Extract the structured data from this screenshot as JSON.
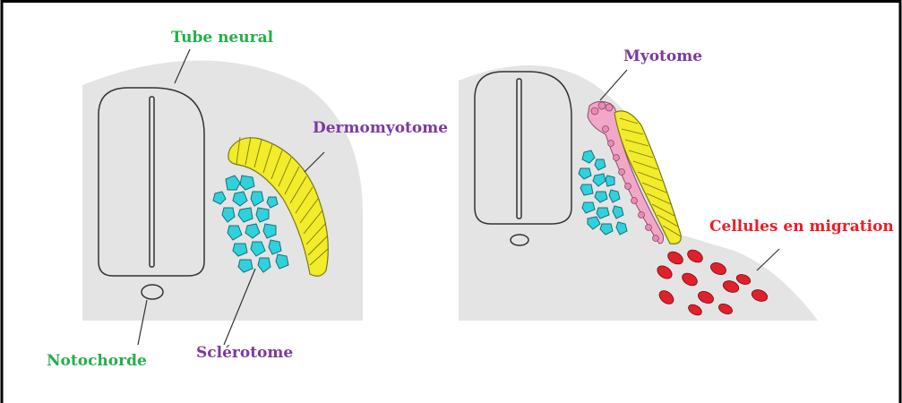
{
  "colors": {
    "frame": "#000000",
    "tissue": "#e4e4e4",
    "outline": "#333333",
    "dermomyotome": "#f2ec2a",
    "sclerotome": "#2ed2dc",
    "myotome": "#f2a7c8",
    "migrating_cells": "#e0202a",
    "label_green": "#23b04a",
    "label_purple": "#7b3aa0",
    "label_red": "#ee1c25"
  },
  "labels": {
    "tube_neural": "Tube neural",
    "notochorde": "Notochorde",
    "sclerotome": "Sclérotome",
    "dermomyotome": "Dermomyotome",
    "myotome": "Myotome",
    "cellules_migration": "Cellules en migration"
  }
}
